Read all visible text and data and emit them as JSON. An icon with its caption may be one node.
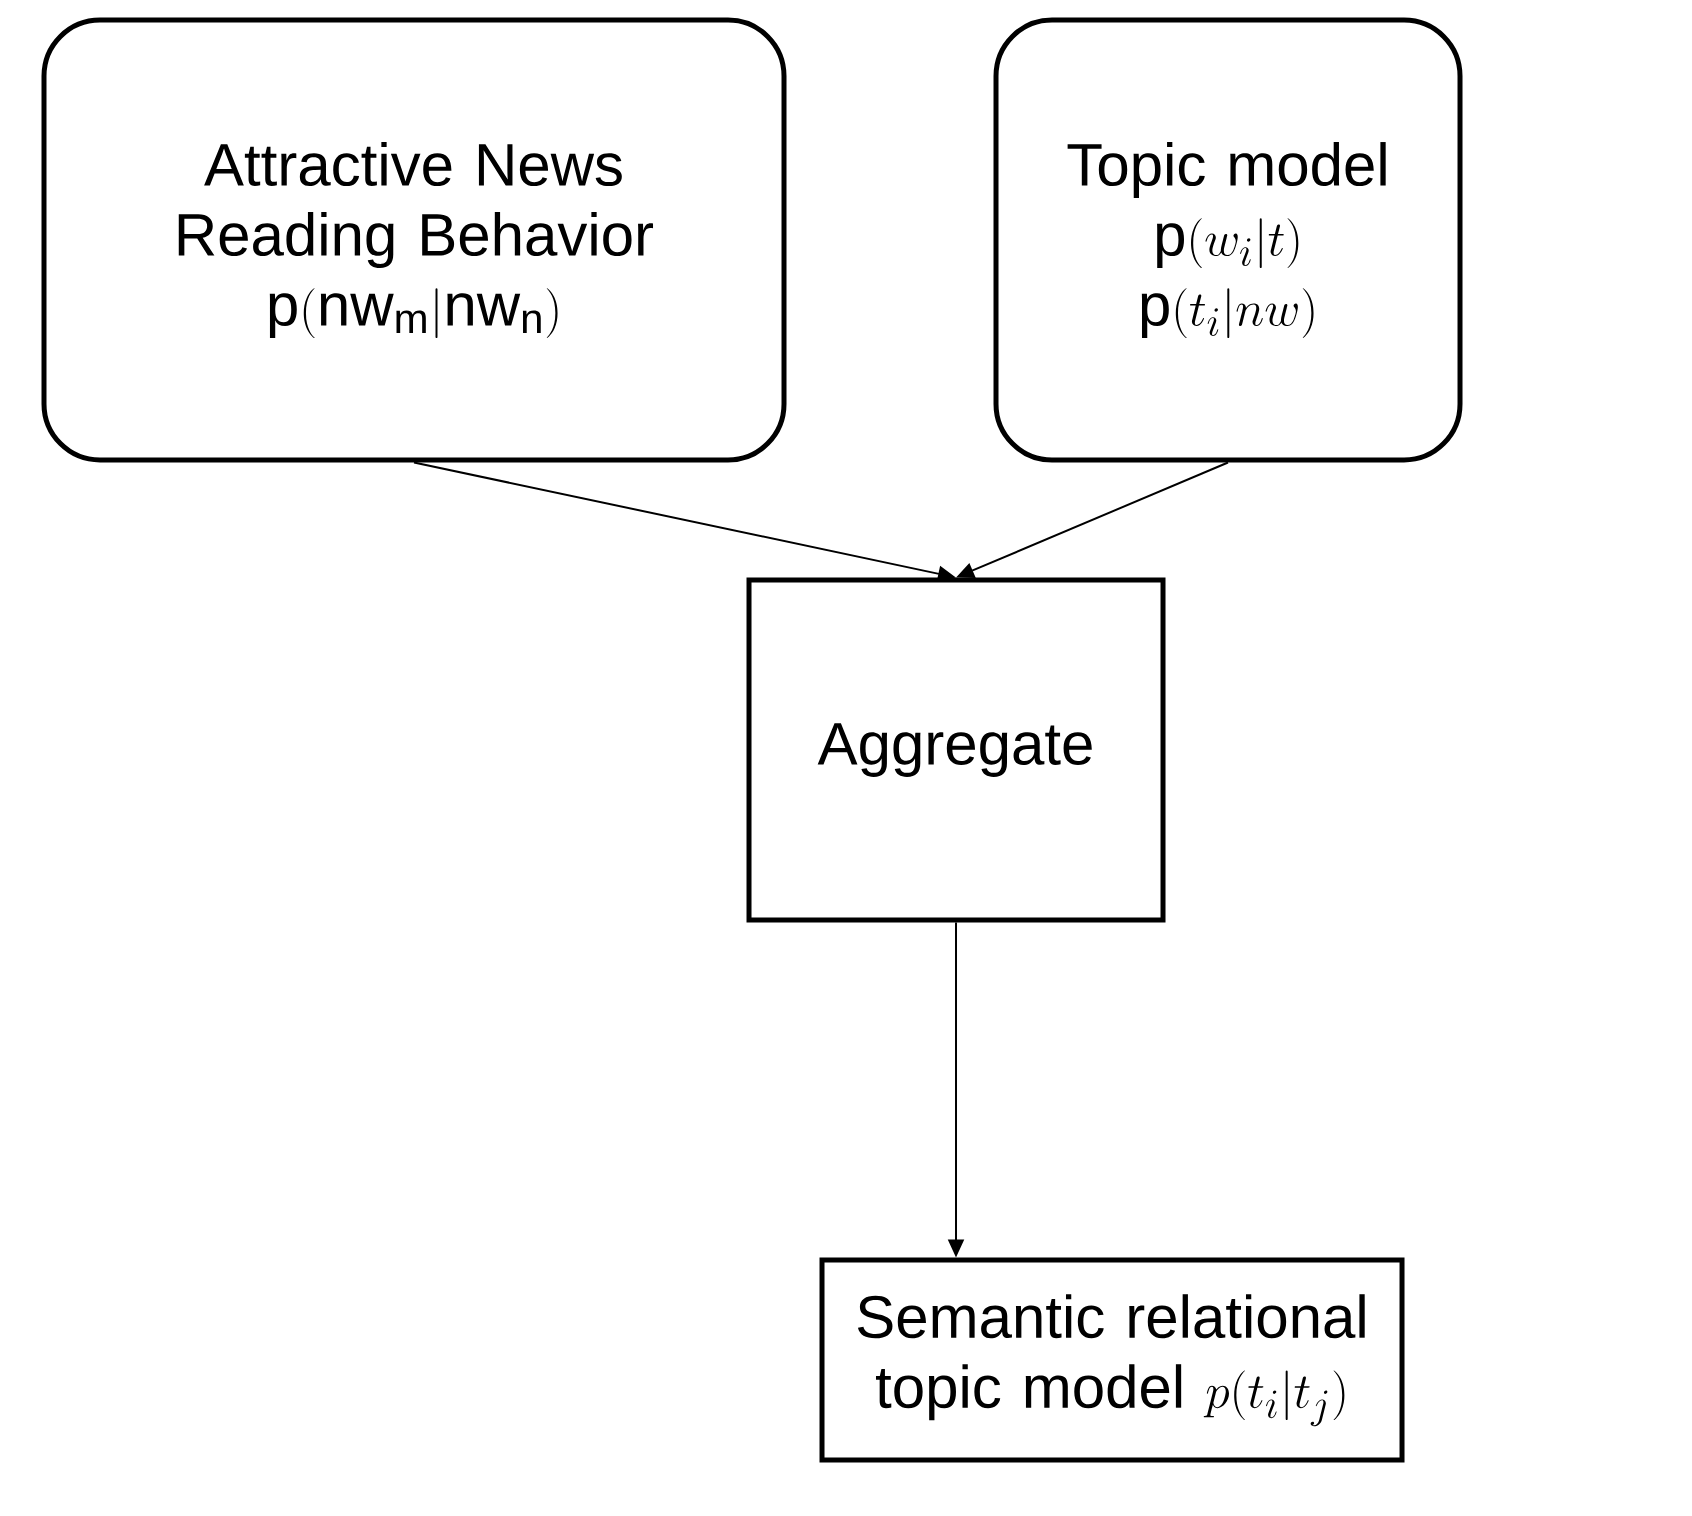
{
  "diagram": {
    "nodes": [
      {
        "text": [
          "Attractive News Reading Behavior",
          "\\mathrm{p}(\\mathrm{nw}_\\mathrm{m}|\\mathrm{nw}_\\mathrm{n})"
        ]
      },
      {
        "text": [
          "Topic model",
          "\\mathrm{p}(w_i|t)",
          "\\mathrm{p}(t_i|nw)"
        ]
      },
      {
        "text": [
          "Aggregate"
        ]
      },
      {
        "text": [
          "Semantic relational topic model",
          "p(t_i|t_j)"
        ]
      }
    ],
    "edges": [
      {
        "from": 0,
        "to": 2,
        "arrow": "to"
      },
      {
        "from": 1,
        "to": 2,
        "arrow": "to"
      },
      {
        "from": 2,
        "to": 3,
        "arrow": "to"
      }
    ]
  }
}
